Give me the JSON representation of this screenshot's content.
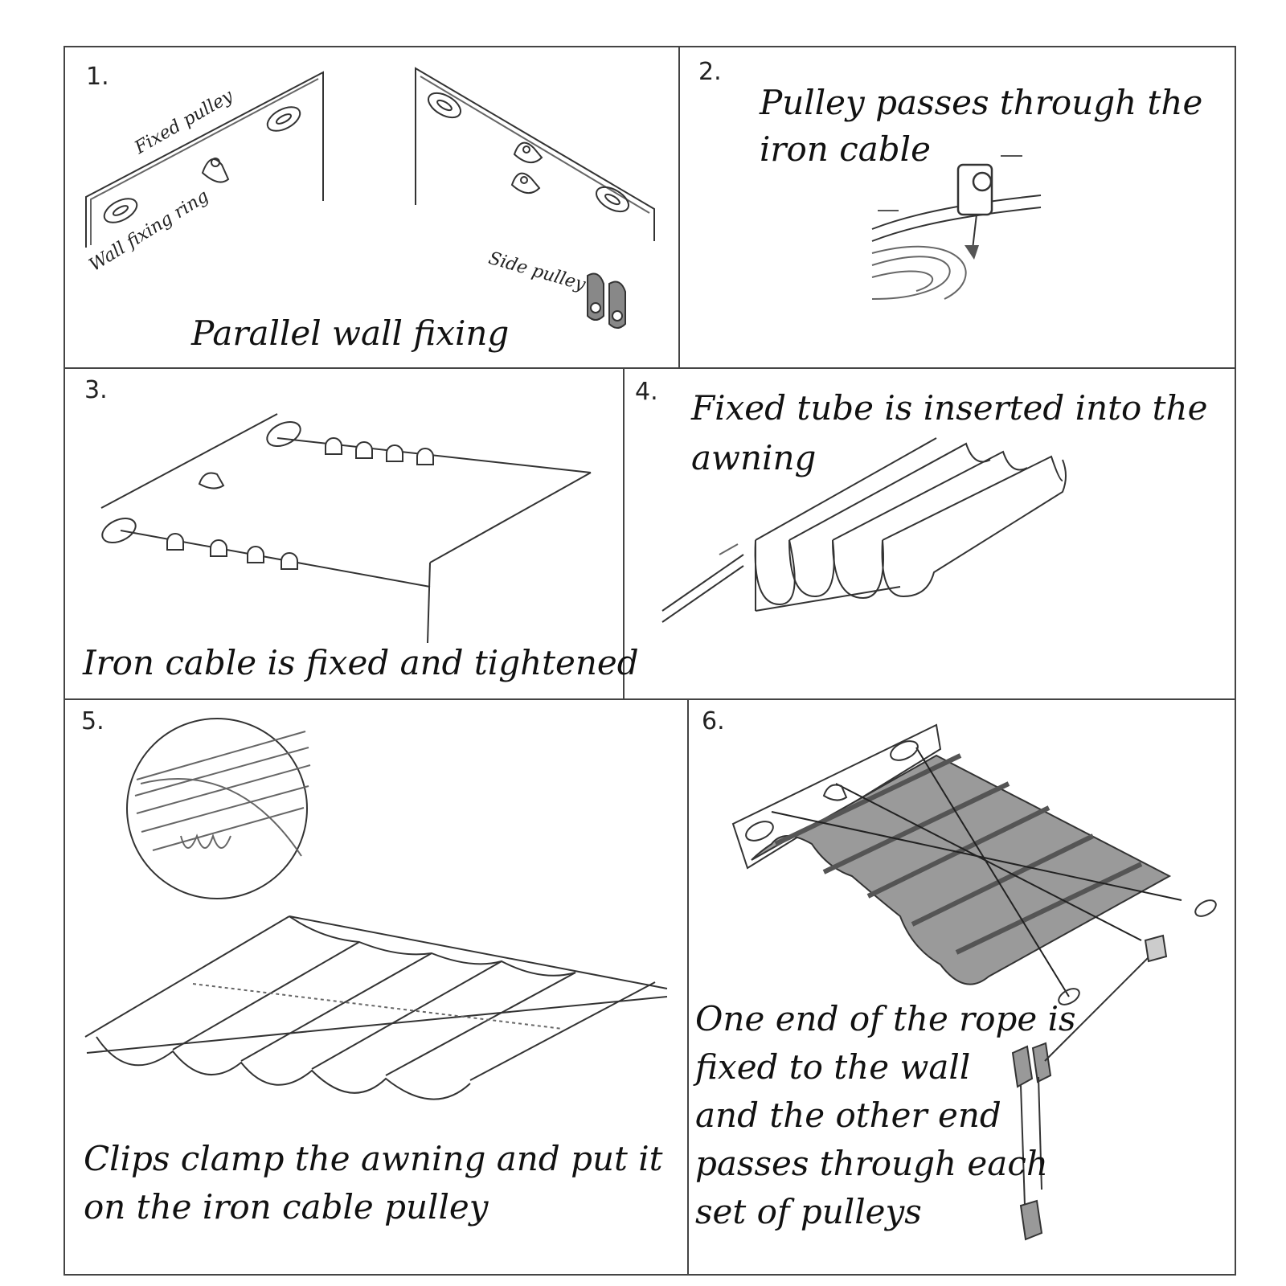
{
  "steps": [
    {
      "number": "1.",
      "caption": "Parallel wall fixing",
      "labels": {
        "fixed_pulley": "Fixed pulley",
        "wall_fixing_ring": "Wall fixing ring",
        "side_pulley": "Side pulley"
      }
    },
    {
      "number": "2.",
      "caption": "Pulley passes through the iron cable"
    },
    {
      "number": "3.",
      "caption": "Iron cable is fixed and tightened"
    },
    {
      "number": "4.",
      "caption": "Fixed tube is inserted into the awning"
    },
    {
      "number": "5.",
      "caption": "Clips clamp the awning and put it on the iron cable pulley"
    },
    {
      "number": "6.",
      "caption": "One end of the rope is fixed to the wall and the other end passes through each set of pulleys"
    }
  ],
  "captions_lines": {
    "step2": [
      "Pulley passes through the",
      "iron cable"
    ],
    "step4": [
      "Fixed tube is inserted into the",
      "awning"
    ],
    "step5": [
      "Clips clamp the awning and put it",
      "on the iron cable pulley"
    ],
    "step6": [
      "One end of the rope is",
      "fixed to the wall",
      "and the other end",
      "passes through each",
      "set of pulleys"
    ]
  }
}
